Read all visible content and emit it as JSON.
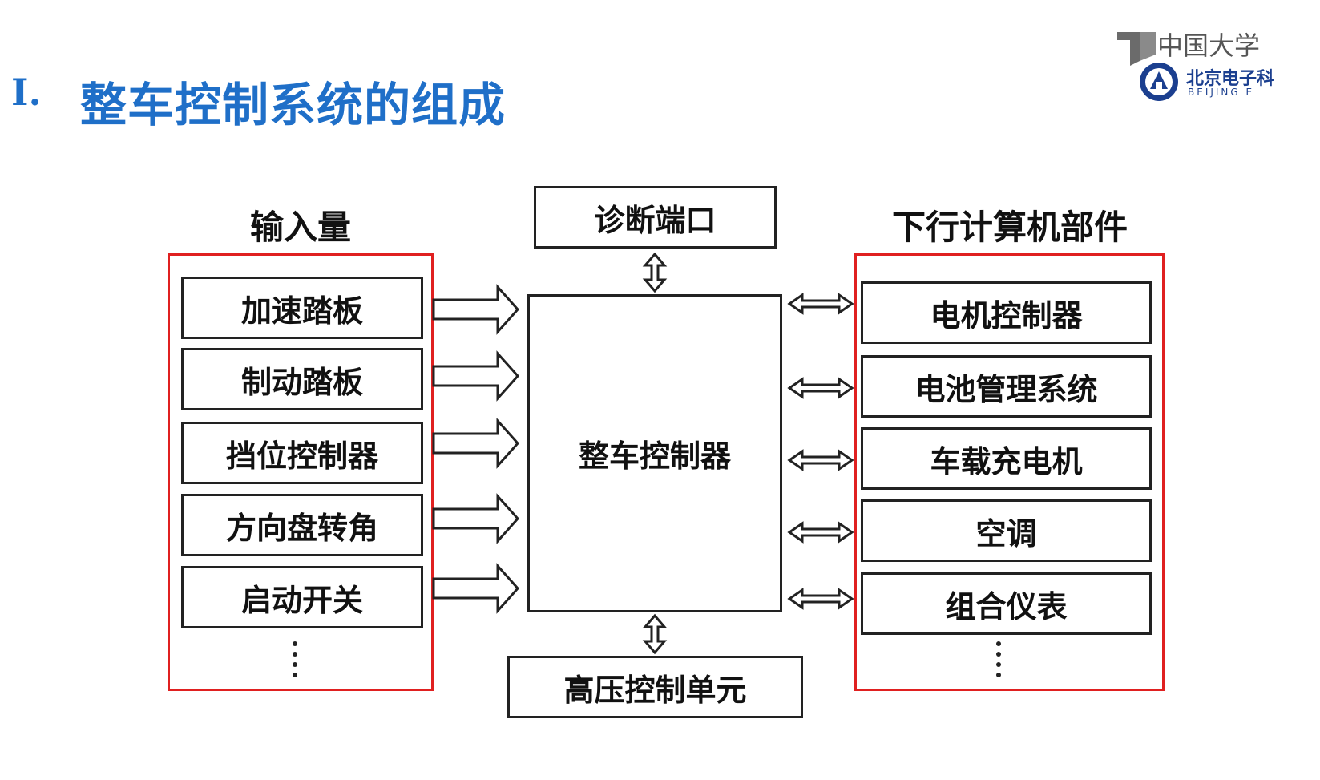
{
  "title": {
    "number": "I.",
    "text": "整车控制系统的组成"
  },
  "logo": {
    "mooc_text": "中国大学",
    "univ_name": "北京电子科",
    "univ_en": "BEIJING E"
  },
  "diagram": {
    "input_heading": "输入量",
    "inputs": [
      "加速踏板",
      "制动踏板",
      "挡位控制器",
      "方向盘转角",
      "启动开关"
    ],
    "diagnostic_port": "诊断端口",
    "vcu": "整车控制器",
    "hv_unit": "高压控制单元",
    "output_heading": "下行计算机部件",
    "outputs": [
      "电机控制器",
      "电池管理系统",
      "车载充电机",
      "空调",
      "组合仪表"
    ]
  },
  "colors": {
    "title_blue": "#1f6fc8",
    "frame_red": "#e02020",
    "box_border": "#222222"
  }
}
